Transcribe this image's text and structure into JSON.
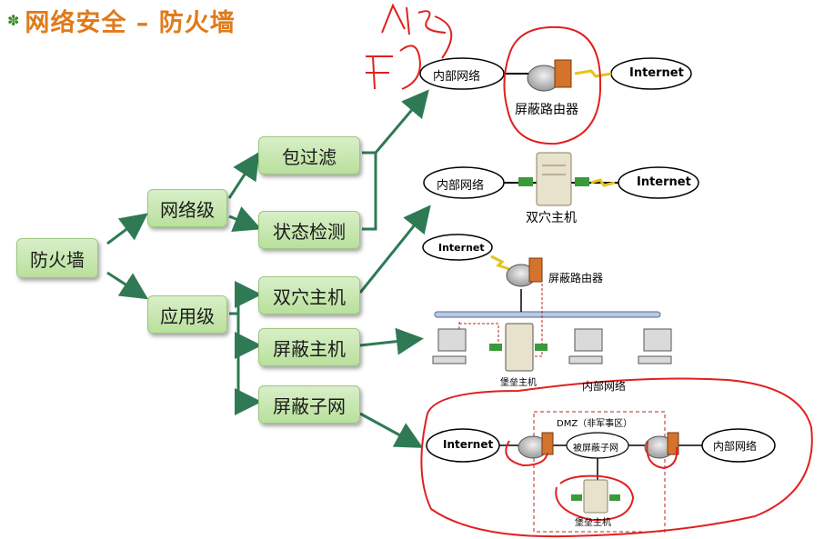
{
  "title": "网络安全 – 防火墙",
  "tree": {
    "root": "防火墙",
    "level1": [
      "网络级",
      "应用级"
    ],
    "network_items": [
      "包过滤",
      "状态检测"
    ],
    "app_items": [
      "双穴主机",
      "屏蔽主机",
      "屏蔽子网"
    ]
  },
  "diagram1": {
    "internal": "内部网络",
    "device": "屏蔽路由器",
    "external": "Internet"
  },
  "diagram2": {
    "internal": "内部网络",
    "device": "双穴主机",
    "external": "Internet"
  },
  "diagram3": {
    "external": "Internet",
    "router": "屏蔽路由器",
    "bastion": "堡垒主机",
    "network": "内部网络"
  },
  "diagram4": {
    "external": "Internet",
    "dmz": "DMZ（非军事区）",
    "subnet": "被屏蔽子网",
    "internal": "内部网络",
    "bastion": "堡垒主机"
  },
  "colors": {
    "title": "#e07a1a",
    "box_fill": "#c8e8b0",
    "arrow": "#2f7a55",
    "annotation": "#e02020"
  }
}
